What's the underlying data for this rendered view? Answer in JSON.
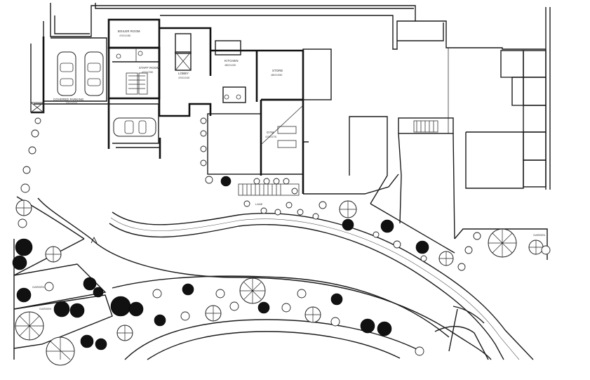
{
  "rooms": {
    "boiler": {
      "name": "BOILER ROOM",
      "area": "4700X2450"
    },
    "staff": {
      "name": "STAFF ROOM",
      "area": "4700X2950"
    },
    "lobby": {
      "name": "LOBBY",
      "area": "4700X2400"
    },
    "kitchen": {
      "name": "KITCHEN",
      "area": "4800X4300"
    },
    "store": {
      "name": "STORE",
      "area": "4800X4950"
    },
    "gym": {
      "name": "GYM",
      "area": "4700X4700"
    },
    "garage": {
      "name": "COVERED PARKING",
      "area": "5000X6600"
    }
  },
  "gardens": {
    "left_upper": "GARDEN",
    "left_lower": "GARDEN",
    "right": "GARDEN",
    "drive": "LANE"
  },
  "icons": {
    "north": "north-arrow-icon"
  }
}
